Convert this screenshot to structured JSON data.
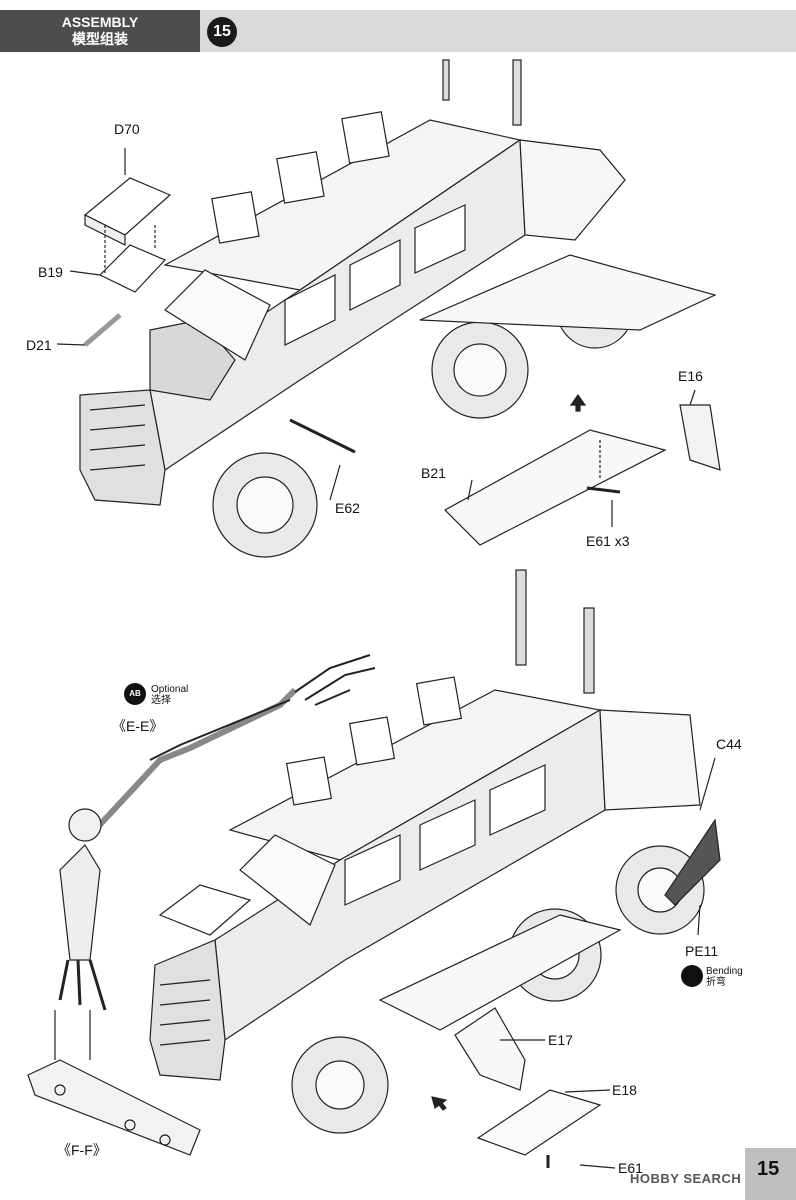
{
  "header": {
    "title_en": "ASSEMBLY",
    "title_cn": "模型组装",
    "step": "15"
  },
  "labels": {
    "d70": "D70",
    "b19": "B19",
    "d21": "D21",
    "e16": "E16",
    "b21": "B21",
    "e62": "E62",
    "e61_x3": "E61 x3",
    "optional_en": "Optional",
    "optional_cn": "选择",
    "optional_ab": "AB",
    "ee": "《E-E》",
    "c44": "C44",
    "pe11": "PE11",
    "bending_en": "Bending",
    "bending_cn": "折弯",
    "e17": "E17",
    "e18": "E18",
    "ff": "《F-F》",
    "e61": "E61"
  },
  "page_number": "15",
  "watermark": "HOBBY SEARCH"
}
